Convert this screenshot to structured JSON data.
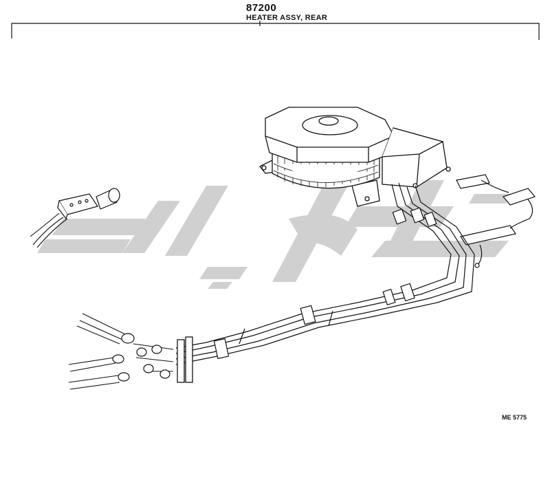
{
  "header": {
    "part_number": "87200",
    "title": "HEATER ASSY, REAR"
  },
  "footer": {
    "reference_code": "ME 5775"
  },
  "colors": {
    "line": "#111111",
    "watermark": "#c8c8c8"
  }
}
